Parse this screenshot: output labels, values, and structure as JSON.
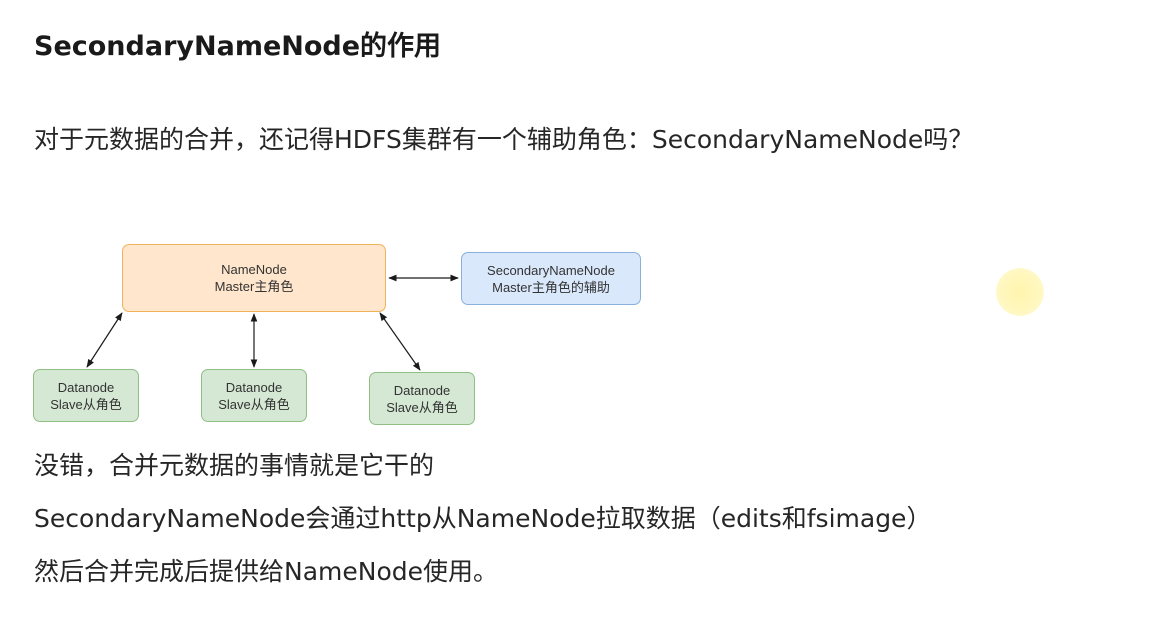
{
  "slide": {
    "title": "SecondaryNameNode的作用",
    "intro": "对于元数据的合并，还记得HDFS集群有一个辅助角色：SecondaryNameNode吗？",
    "line1": "没错，合并元数据的事情就是它干的",
    "line2": "SecondaryNameNode会通过http从NameNode拉取数据（edits和fsimage）",
    "line3": "然后合并完成后提供给NameNode使用。"
  },
  "diagram": {
    "namenode": {
      "name": "NameNode",
      "role": "Master主角色",
      "fill": "#ffe6cc",
      "stroke": "#f0b35a"
    },
    "secondary": {
      "name": "SecondaryNameNode",
      "role": "Master主角色的辅助",
      "fill": "#dae8fc",
      "stroke": "#8ab0dc"
    },
    "datanodes": [
      {
        "name": "Datanode",
        "role": "Slave从角色"
      },
      {
        "name": "Datanode",
        "role": "Slave从角色"
      },
      {
        "name": "Datanode",
        "role": "Slave从角色"
      }
    ],
    "datanode_fill": "#d5e8d4",
    "datanode_stroke": "#8fbf83"
  }
}
